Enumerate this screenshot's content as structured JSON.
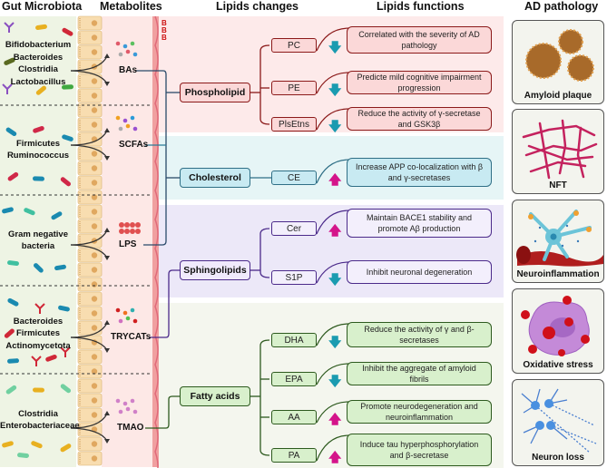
{
  "headers": {
    "gut_microbiota": "Gut Microbiota",
    "metabolites": "Metabolites",
    "lipids_changes": "Lipids changes",
    "lipids_functions": "Lipids functions",
    "ad_pathology": "AD pathology"
  },
  "bbb_label": "BBB",
  "microbiota_groups": [
    {
      "lines": [
        "Bifidobacterium",
        "Bacteroides",
        "Clostridia",
        "Lactobacillus"
      ],
      "metabolite": "BAs"
    },
    {
      "lines": [
        "Firmicutes",
        "Ruminococcus"
      ],
      "metabolite": "SCFAs"
    },
    {
      "lines": [
        "Gram negative",
        "bacteria"
      ],
      "metabolite": "LPS"
    },
    {
      "lines": [
        "Bacteroides",
        "Firmicutes",
        "Actinomycetota"
      ],
      "metabolite": "TRYCATs"
    },
    {
      "lines": [
        "Clostridia",
        "Enterobacteriaceae"
      ],
      "metabolite": "TMAO"
    }
  ],
  "lipid_categories": [
    {
      "name": "Phospholipid",
      "color": "#8b1a1a",
      "items": [
        {
          "name": "PC",
          "change": "down",
          "function": "Correlated with the severity of AD pathology"
        },
        {
          "name": "PE",
          "change": "down",
          "function": "Predicte mild cognitive impairment progression"
        },
        {
          "name": "PlsEtns",
          "change": "down",
          "function": "Reduce the activity of γ-secretase and GSK3β"
        }
      ]
    },
    {
      "name": "Cholesterol",
      "color": "#2f6f86",
      "items": [
        {
          "name": "CE",
          "change": "up",
          "function": "Increase  APP co-localization with β and γ-secretases"
        }
      ]
    },
    {
      "name": "Sphingolipids",
      "color": "#4b2a8a",
      "items": [
        {
          "name": "Cer",
          "change": "up",
          "function": "Maintain BACE1 stability and promote  Aβ production"
        },
        {
          "name": "S1P",
          "change": "down",
          "function": "Inhibit neuronal degeneration"
        }
      ]
    },
    {
      "name": "Fatty acids",
      "color": "#2d5a1e",
      "items": [
        {
          "name": "DHA",
          "change": "down",
          "function": "Reduce the activity of γ and β-secretases"
        },
        {
          "name": "EPA",
          "change": "down",
          "function": "Inhibit the aggregate of amyloid fibrils"
        },
        {
          "name": "AA",
          "change": "up",
          "function": "Promote neurodegeneration and neuroinflammation"
        },
        {
          "name": "PA",
          "change": "up",
          "function": "Induce tau hyperphosphorylation and  β-secretase"
        }
      ]
    }
  ],
  "arrow_glyphs": {
    "up": "🡅",
    "down": "🡇"
  },
  "arrow_colors": {
    "up": "#d4148a",
    "down": "#1a9bb0"
  },
  "ad_pathology": [
    {
      "label": "Amyloid  plaque"
    },
    {
      "label": "NFT"
    },
    {
      "label": "Neuroinflammation"
    },
    {
      "label": "Oxidative stress"
    },
    {
      "label": "Neuron loss"
    }
  ]
}
